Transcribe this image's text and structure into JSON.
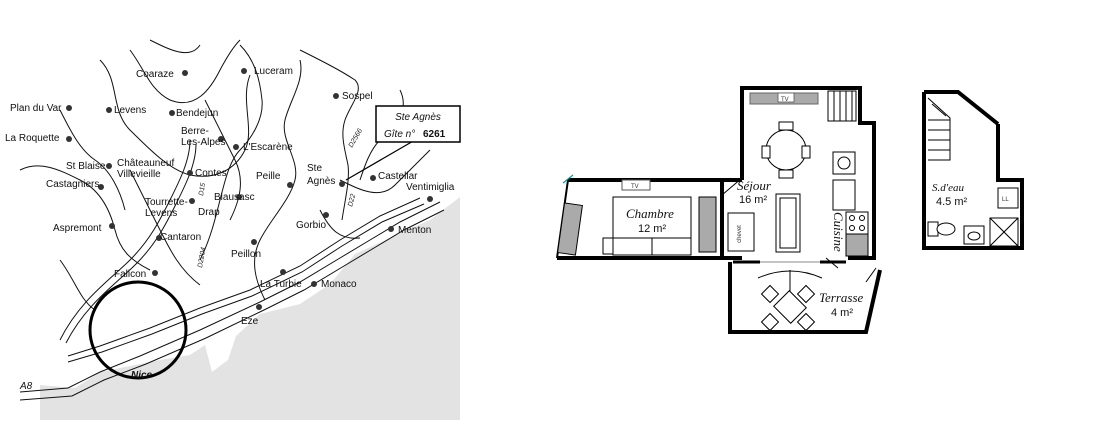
{
  "map": {
    "callout": {
      "line1": "Ste Agnès",
      "line2": "Gîte n°",
      "number": "6261"
    },
    "towns": [
      {
        "name": "Coaraze"
      },
      {
        "name": "Luceram"
      },
      {
        "name": "Sospel"
      },
      {
        "name": "Plan du Var"
      },
      {
        "name": "Levens"
      },
      {
        "name": "Bendejun"
      },
      {
        "name": "Berre-"
      },
      {
        "name": "Les-Alpes"
      },
      {
        "name": "L'Escarène"
      },
      {
        "name": "La Roquette"
      },
      {
        "name": "St Blaise"
      },
      {
        "name": "Châteauneuf"
      },
      {
        "name": "Villevieille"
      },
      {
        "name": "Contes"
      },
      {
        "name": "Peille"
      },
      {
        "name": "Ste"
      },
      {
        "name": "Agnès"
      },
      {
        "name": "Castellar"
      },
      {
        "name": "Ventimiglia"
      },
      {
        "name": "Castagniers"
      },
      {
        "name": "Tourrette-"
      },
      {
        "name": "Levens"
      },
      {
        "name": "Drap"
      },
      {
        "name": "Blausasc"
      },
      {
        "name": "Aspremont"
      },
      {
        "name": "Cantaron"
      },
      {
        "name": "Gorbio"
      },
      {
        "name": "Menton"
      },
      {
        "name": "Peillon"
      },
      {
        "name": "Falicon"
      },
      {
        "name": "La Turbie"
      },
      {
        "name": "Monaco"
      },
      {
        "name": "Eze"
      },
      {
        "name": "Nice"
      },
      {
        "name": "A8"
      }
    ],
    "road_numbers": [
      "D2566",
      "D22",
      "D15",
      "D2204"
    ]
  },
  "plan": {
    "rooms": [
      {
        "name": "Chambre",
        "area": "12 m²"
      },
      {
        "name": "Séjour",
        "area": "16 m²"
      },
      {
        "name": "Cuisine"
      },
      {
        "name": "Terrasse",
        "area": "4 m²"
      },
      {
        "name": "S.d'eau",
        "area": "4.5 m²"
      }
    ],
    "labels": {
      "tv1": "TV",
      "tv2": "TV",
      "night": "chevet",
      "ll": "LL"
    }
  }
}
